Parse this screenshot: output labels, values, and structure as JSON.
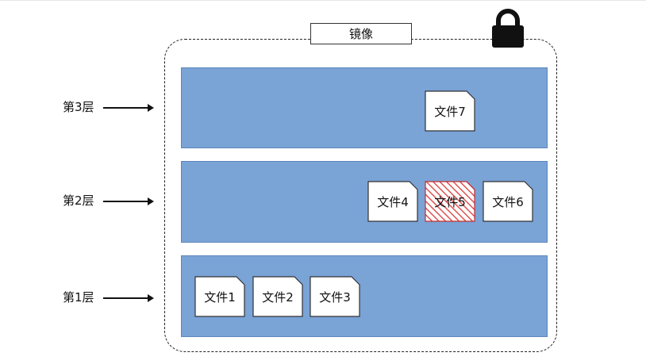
{
  "image_label": "镜像",
  "layers": [
    {
      "label": "第3层"
    },
    {
      "label": "第2层"
    },
    {
      "label": "第1层"
    }
  ],
  "files": {
    "f7": "文件7",
    "f4": "文件4",
    "f5": "文件5",
    "f6": "文件6",
    "f1": "文件1",
    "f2": "文件2",
    "f3": "文件3"
  },
  "colors": {
    "layer_fill": "#7aa3d6",
    "hatched_file": "#e05050"
  },
  "icons": [
    "lock-icon",
    "arrow-icon"
  ]
}
